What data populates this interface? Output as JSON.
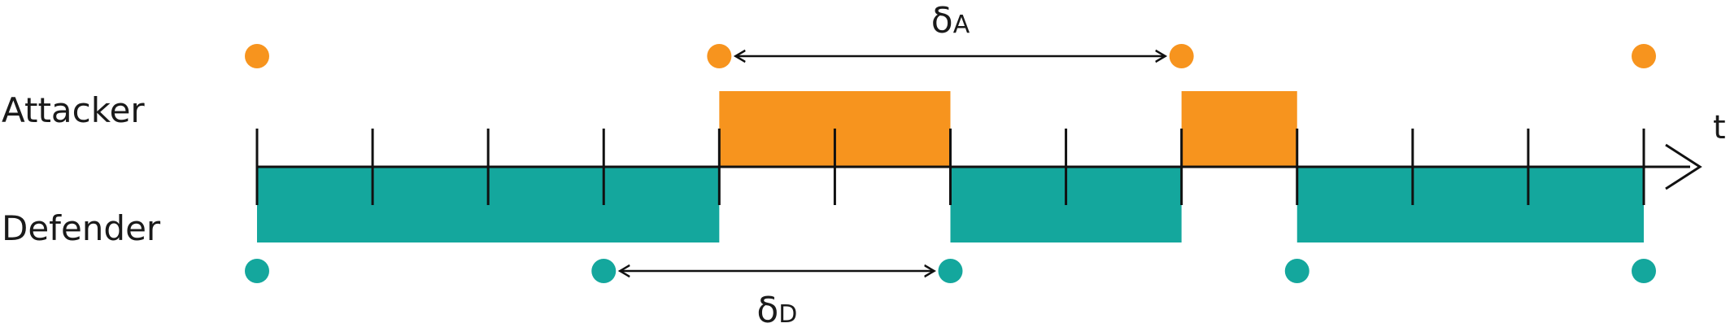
{
  "labels": {
    "attacker": "Attacker",
    "defender": "Defender",
    "time_axis": "t"
  },
  "deltas": {
    "attacker": {
      "symbol": "δ",
      "subscript": "A"
    },
    "defender": {
      "symbol": "δ",
      "subscript": "D"
    }
  },
  "colors": {
    "attacker": "#F7941E",
    "defender": "#14A79D",
    "axis": "#111111"
  },
  "timeline": {
    "num_intervals": 12,
    "attacker_moves": [
      0,
      4,
      8,
      12
    ],
    "defender_moves": [
      0,
      3,
      6,
      9,
      12
    ],
    "attacker_control": [
      [
        4,
        6
      ],
      [
        8,
        9
      ]
    ],
    "defender_control": [
      [
        0,
        4
      ],
      [
        6,
        8
      ],
      [
        9,
        12
      ]
    ],
    "attacker_period_marker": [
      4,
      8
    ],
    "defender_period_marker": [
      3,
      6
    ]
  }
}
